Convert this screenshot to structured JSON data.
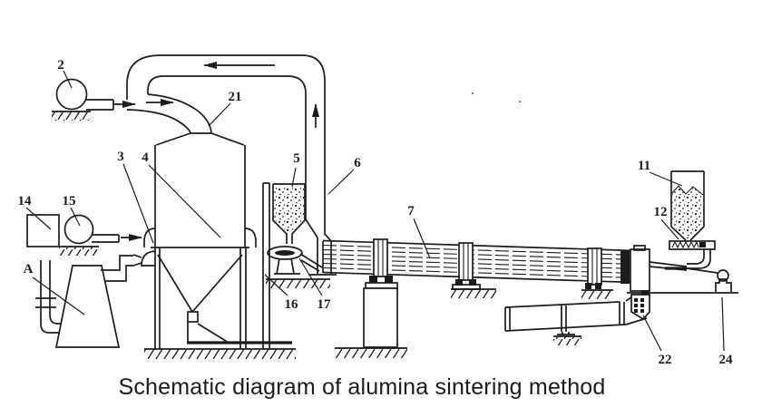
{
  "caption": "Schematic diagram of alumina sintering method",
  "labels": {
    "l2": "2",
    "l3": "3",
    "l4": "4",
    "l5": "5",
    "l6": "6",
    "l7": "7",
    "l11": "11",
    "l12": "12",
    "l14": "14",
    "l15": "15",
    "l16": "16",
    "l17": "17",
    "l21": "21",
    "l22": "22",
    "l24": "24",
    "la": "A"
  },
  "colors": {
    "ink": "#1c1c1c",
    "background": "#ffffff"
  },
  "flow_arrows": [
    "recycle-gas-left",
    "blower-outlet-right",
    "mixed-flow-right",
    "riser-gas-up",
    "air-inlet-right"
  ]
}
